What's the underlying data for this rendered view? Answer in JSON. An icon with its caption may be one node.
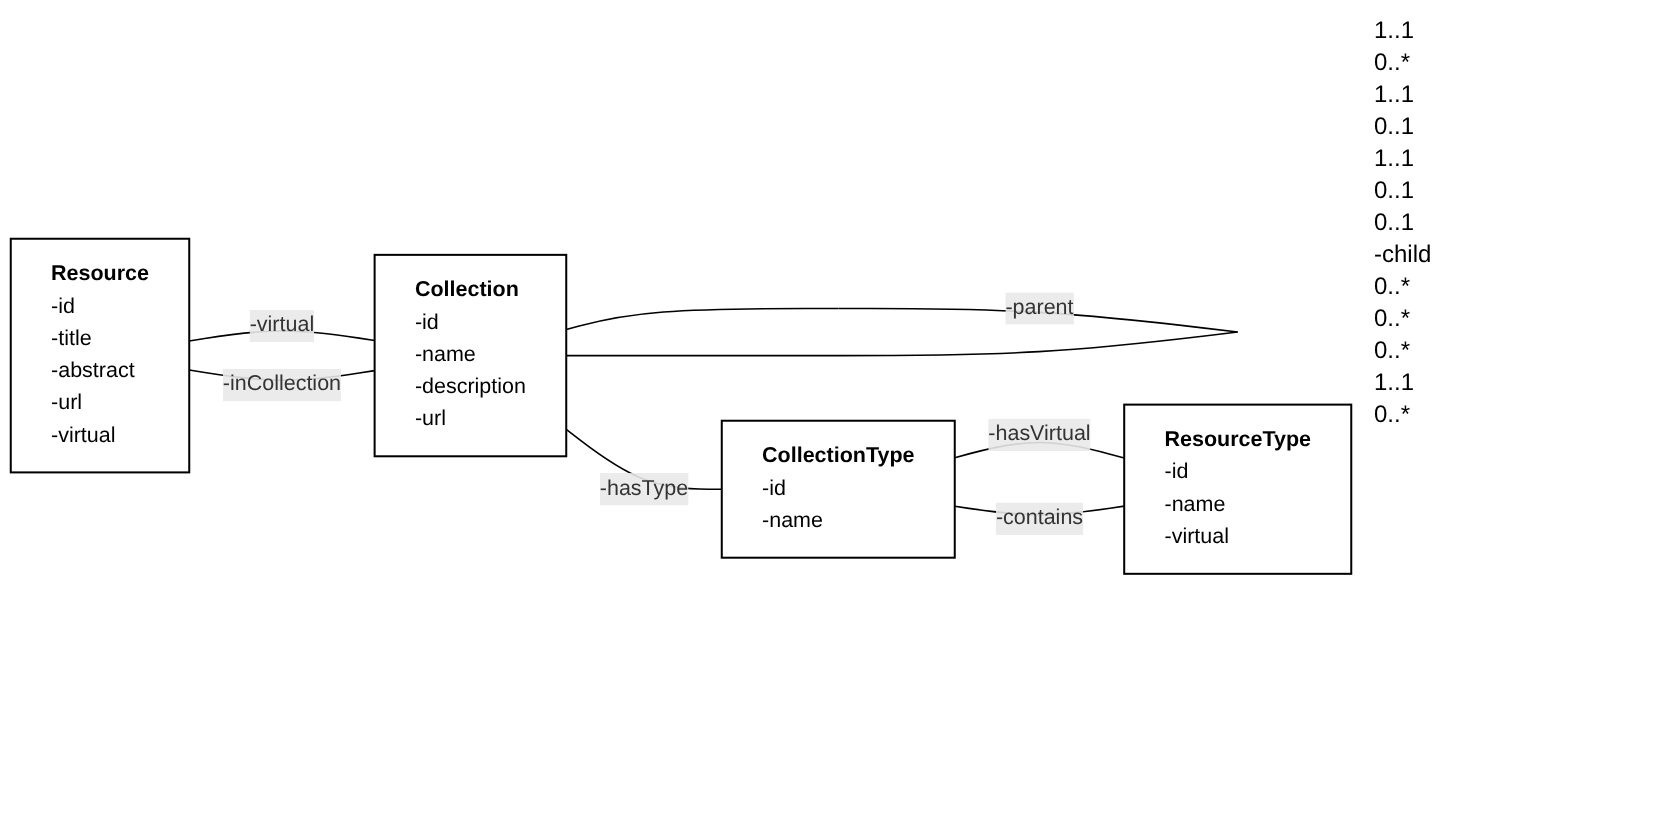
{
  "diagram": {
    "nodes": [
      {
        "text": [
          "Resource",
          "-id",
          "-title",
          "-abstract",
          "-url",
          "-virtual"
        ]
      },
      {
        "text": [
          "Collection",
          "-id",
          "-name",
          "-description",
          "-url"
        ]
      },
      {
        "text": [
          "CollectionType",
          "-id",
          "-name"
        ]
      },
      {
        "text": [
          "ResourceType",
          "-id",
          "-name",
          "-virtual"
        ]
      }
    ],
    "edges": [
      {
        "from": 0,
        "to": 1,
        "arrow": "none",
        "label": "-virtual"
      },
      {
        "from": 0,
        "to": 1,
        "arrow": "none",
        "label": "-inCollection"
      },
      {
        "from": 1,
        "to": 1,
        "arrow": "none",
        "label": "-parent"
      },
      {
        "from": 1,
        "to": 2,
        "arrow": "none",
        "label": "-hasType"
      },
      {
        "from": 2,
        "to": 3,
        "arrow": "none",
        "label": "-hasVirtual"
      },
      {
        "from": 2,
        "to": 3,
        "arrow": "none",
        "label": "-contains"
      }
    ],
    "labels": [
      "1..1",
      "0..*",
      "1..1",
      "0..1",
      "1..1",
      "0..1",
      "0..1",
      "-child",
      "0..*",
      "0..*",
      "0..*",
      "1..1",
      "0..*"
    ]
  }
}
